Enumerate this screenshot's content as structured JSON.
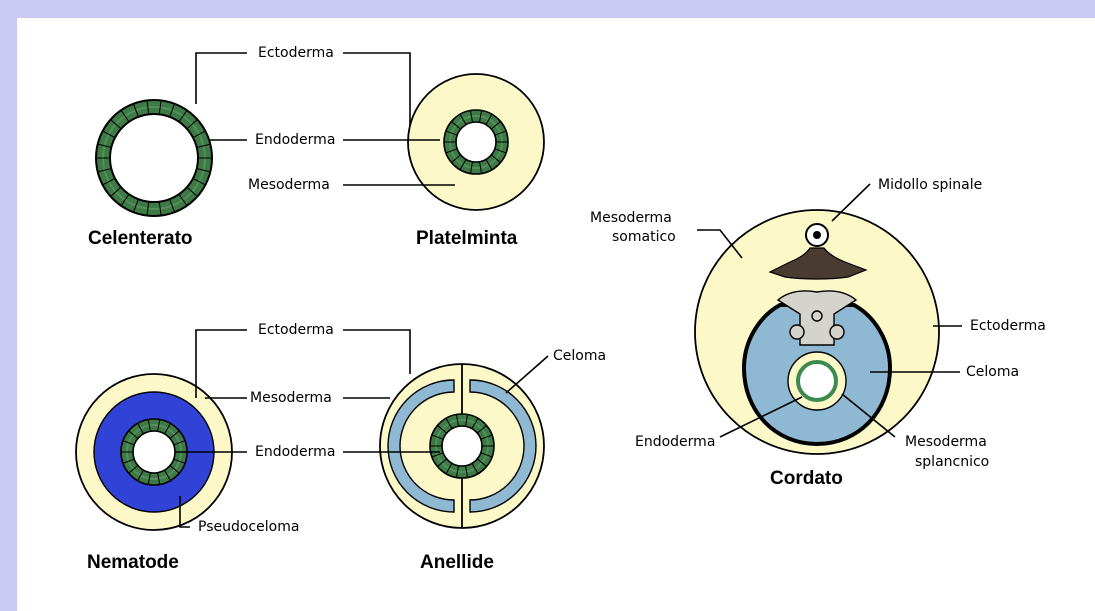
{
  "colors": {
    "frame": "#c9c9f4",
    "background": "#ffffff",
    "ectoderm_fill": "#fdf8c8",
    "endoderm_cells": "#3d7a46",
    "celoma": "#8fb8d2",
    "pseudoceloma": "#3142d6",
    "spinal_cord": "#4a3b30",
    "gut_outline": "#3d8a4e"
  },
  "organisms": {
    "celenterato": {
      "title": "Celenterato"
    },
    "platelminta": {
      "title": "Platelminta"
    },
    "nematode": {
      "title": "Nematode"
    },
    "anellide": {
      "title": "Anellide"
    },
    "cordato": {
      "title": "Cordato"
    }
  },
  "labels": {
    "top_ectoderma": "Ectoderma",
    "top_endoderma": "Endoderma",
    "top_mesoderma": "Mesoderma",
    "bottom_ectoderma": "Ectoderma",
    "bottom_mesoderma": "Mesoderma",
    "bottom_endoderma": "Endoderma",
    "pseudoceloma": "Pseudoceloma",
    "anellide_celoma": "Celoma",
    "cordato_midollo": "Midollo spinale",
    "cordato_mesoderma_somatico_1": "Mesoderma",
    "cordato_mesoderma_somatico_2": "somatico",
    "cordato_ectoderma": "Ectoderma",
    "cordato_celoma": "Celoma",
    "cordato_endoderma": "Endoderma",
    "cordato_mesoderma_splancnico_1": "Mesoderma",
    "cordato_mesoderma_splancnico_2": "splancnico"
  }
}
